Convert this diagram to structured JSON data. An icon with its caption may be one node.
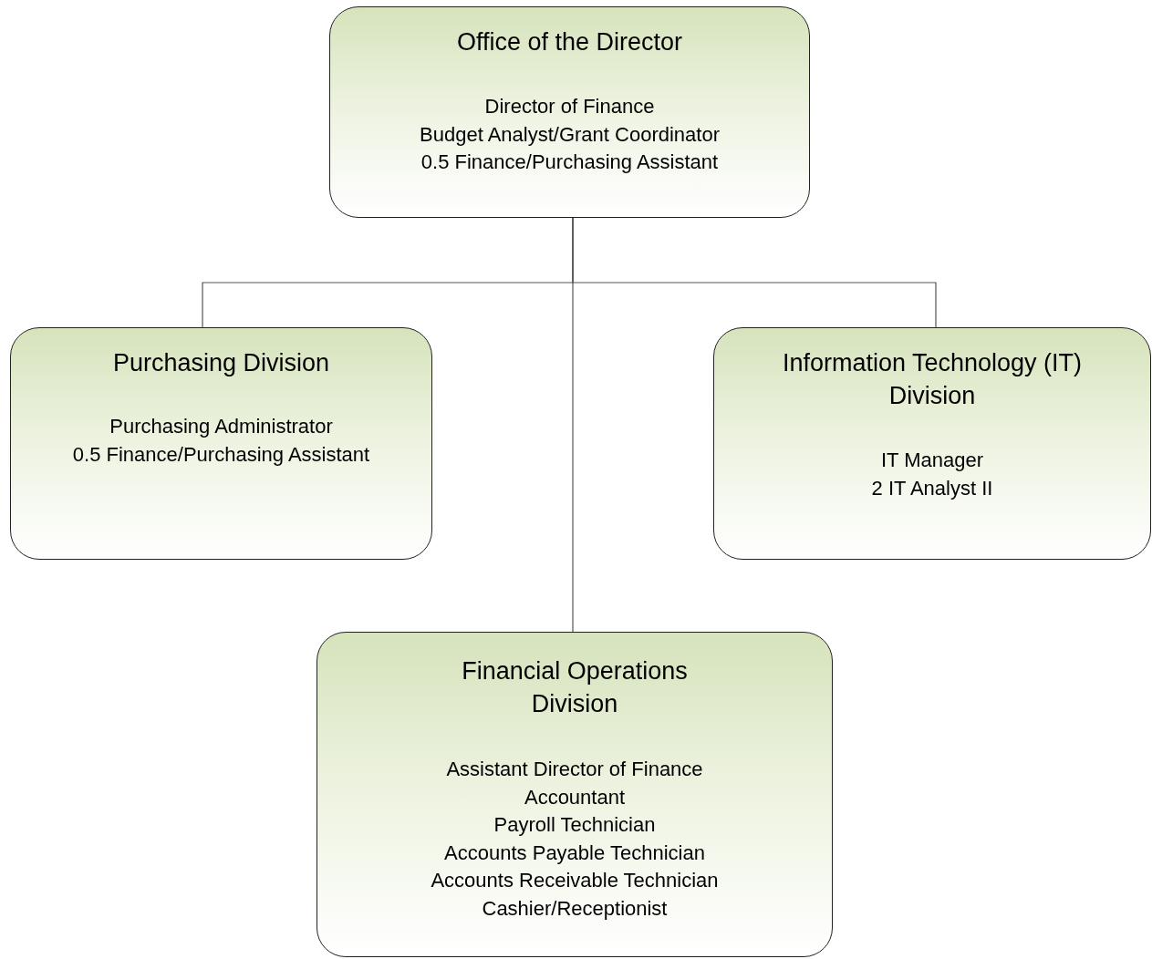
{
  "diagram": {
    "nodes": [
      {
        "text": [
          "Office of the Director",
          "Director of Finance",
          "Budget Analyst/Grant Coordinator",
          "0.5 Finance/Purchasing Assistant"
        ]
      },
      {
        "text": [
          "Purchasing Division",
          "Purchasing Administrator",
          "0.5 Finance/Purchasing Assistant"
        ]
      },
      {
        "text": [
          "Information Technology (IT) Division",
          "IT Manager",
          "2 IT Analyst II"
        ]
      },
      {
        "text": [
          "Financial Operations Division",
          "Assistant Director of Finance",
          "Accountant",
          "Payroll Technician",
          "Accounts Payable Technician",
          "Accounts Receivable Technician",
          "Cashier/Receptionist"
        ]
      }
    ],
    "edges": [
      {
        "from": 0,
        "to": 1,
        "arrow": "none"
      },
      {
        "from": 0,
        "to": 2,
        "arrow": "none"
      },
      {
        "from": 0,
        "to": 3,
        "arrow": "none"
      }
    ]
  }
}
